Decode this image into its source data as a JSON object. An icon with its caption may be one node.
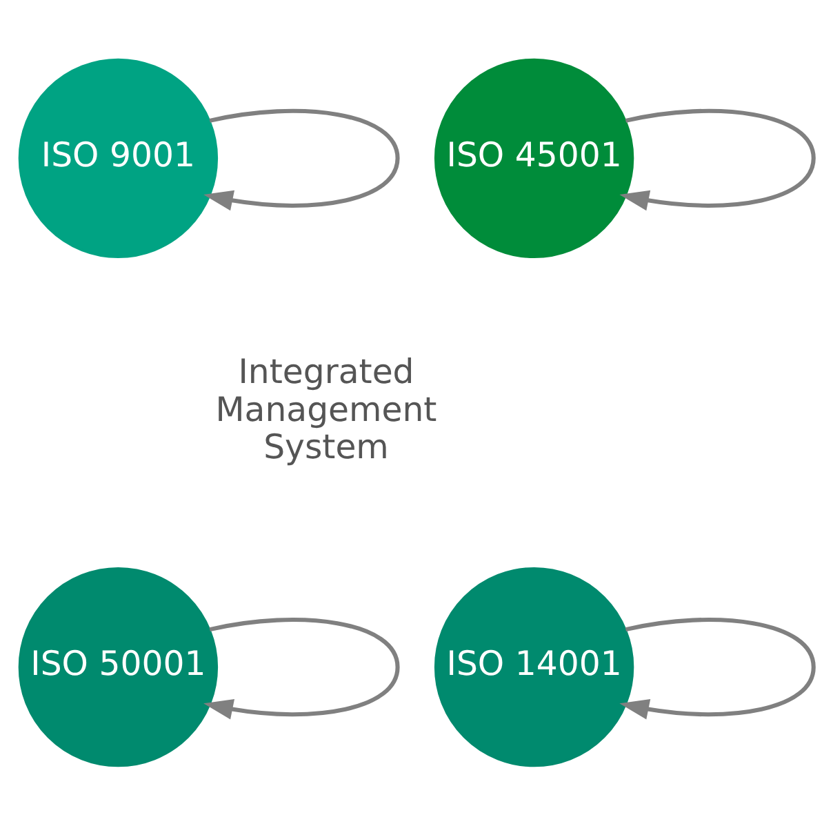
{
  "diagram": {
    "nodes": [
      {
        "text": [
          "Integrated Management System"
        ]
      },
      {
        "text": [
          "ISO 9001"
        ]
      },
      {
        "text": [
          "ISO 45001"
        ]
      },
      {
        "text": [
          "ISO 50001"
        ]
      },
      {
        "text": [
          "ISO 14001"
        ]
      }
    ],
    "edges": [
      {
        "from": 1,
        "to": 1,
        "arrow": "to"
      },
      {
        "from": 2,
        "to": 2,
        "arrow": "to"
      },
      {
        "from": 3,
        "to": 3,
        "arrow": "to"
      },
      {
        "from": 4,
        "to": 4,
        "arrow": "to"
      }
    ]
  }
}
